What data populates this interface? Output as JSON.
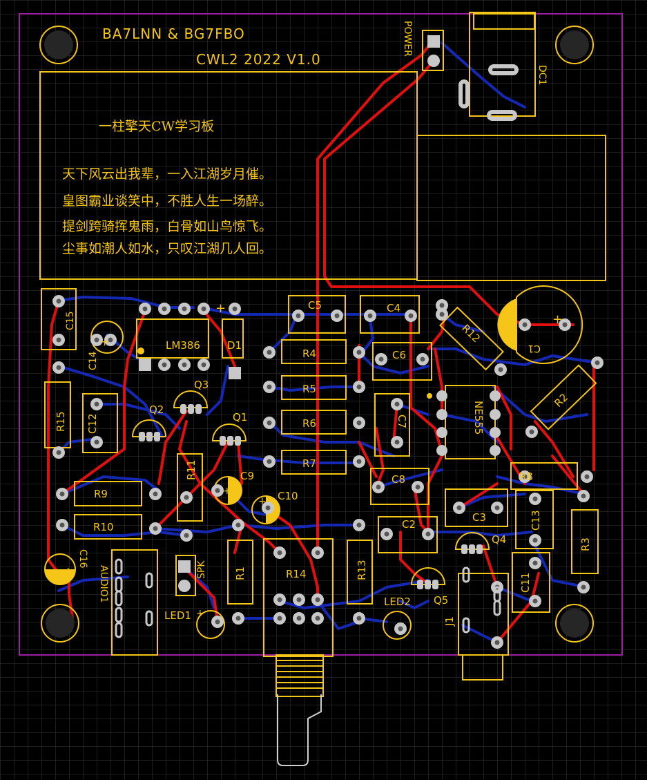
{
  "board": {
    "authors": "BA7LNN & BG7FBO",
    "version": "CWL2 2022 V1.0",
    "title_cn": "一柱擎天CW学习板",
    "poem": [
      "天下风云出我辈，一入江湖岁月催。",
      "皇图霸业谈笑中，不胜人生一场醉。",
      "提剑跨骑挥鬼雨，白骨如山鸟惊飞。",
      "尘事如潮人如水，只叹江湖几人回。"
    ]
  },
  "labels": {
    "power": "POWER",
    "dc1": "DC1",
    "c1": "C1",
    "c2": "C2",
    "c3": "C3",
    "c4": "C4",
    "c5": "C5",
    "c6": "C6",
    "c7": "C7",
    "c8": "C8",
    "c9": "C9",
    "c10": "C10",
    "c11": "C11",
    "c12": "C12",
    "c13": "C13",
    "c14": "C14",
    "c15": "C15",
    "c16": "C16",
    "r1": "R1",
    "r2": "R2",
    "r3": "R3",
    "r4": "R4",
    "r5": "R5",
    "r6": "R6",
    "r7": "R7",
    "r8": "R8",
    "r9": "R9",
    "r10": "R10",
    "r11": "R11",
    "r12": "R12",
    "r13": "R13",
    "r14": "R14",
    "r15": "R15",
    "q1": "Q1",
    "q2": "Q2",
    "q3": "Q3",
    "q4": "Q4",
    "q5": "Q5",
    "d1": "D1",
    "lm386": "LM386",
    "ne555": "NE555",
    "spk": "SPK",
    "audio1": "AUDIO1",
    "led1": "LED1",
    "led2": "LED2",
    "j1": "J1"
  },
  "colors": {
    "background": "#000000",
    "grid": "#3a3a3a",
    "silkscreen": "#f5c518",
    "pad": "#c8c8c8",
    "top_copper": "#e01010",
    "bottom_copper": "#1428b4",
    "board_outline": "#9a20a0"
  }
}
